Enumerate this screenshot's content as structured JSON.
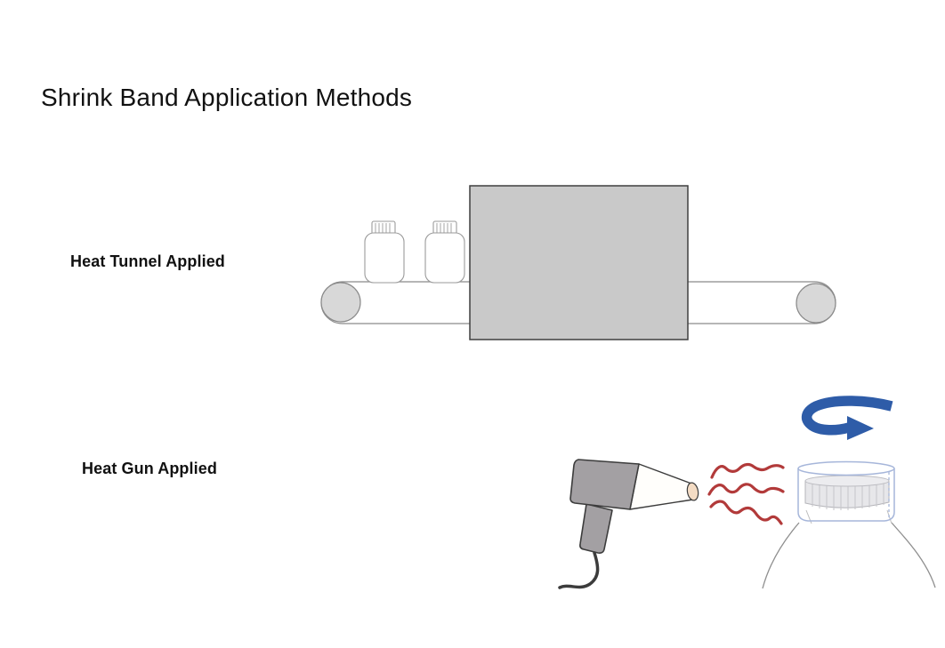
{
  "title": "Shrink Band Application Methods",
  "sections": [
    {
      "label": "Heat Tunnel Applied"
    },
    {
      "label": "Heat Gun Applied"
    }
  ],
  "icons": {
    "tunnel_scene": [
      "conveyor-belt-icon",
      "roller-icon",
      "capped-bottle-icon",
      "heat-tunnel-box-icon"
    ],
    "gun_scene": [
      "heat-gun-icon",
      "heat-waves-icon",
      "rotation-arrow-icon",
      "bottle-shrink-band-icon"
    ]
  },
  "colors": {
    "background": "#ffffff",
    "text_color": "#111111",
    "accent_blue": "#2e5ca8",
    "heat_red": "#b23a3a",
    "tunnel_gray": "#c9c9c9",
    "roller_gray": "#d8d8d8",
    "gun_gray": "#a3a0a3",
    "nozzle_tip": "#f4dcc4",
    "band_blue": "#a6b6da",
    "outline_dark": "#3c3c3c",
    "belt_outline": "#8a8a8a"
  }
}
